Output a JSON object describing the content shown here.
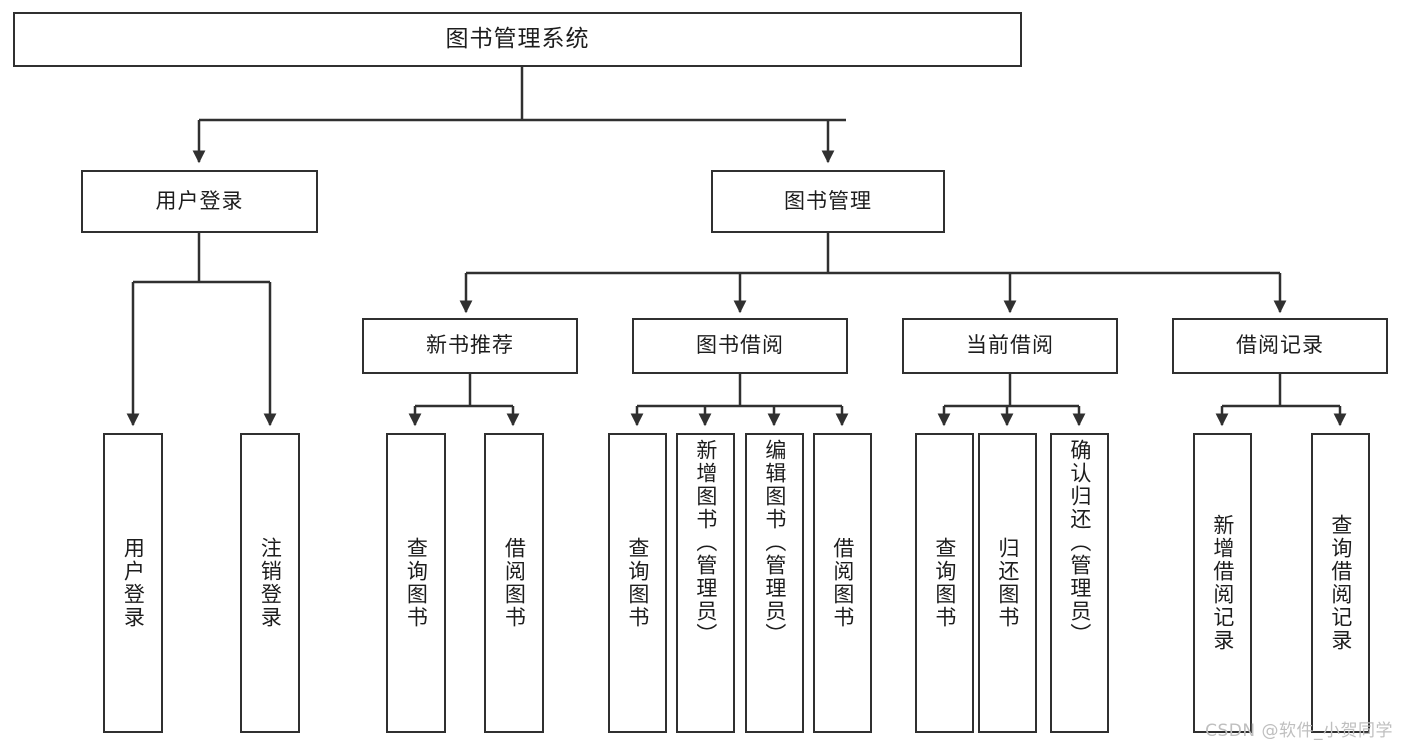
{
  "diagram": {
    "type": "tree",
    "title": "图书管理系统",
    "watermark": "CSDN @软件_小贺同学",
    "colors": {
      "stroke": "#303030",
      "text": "#1d1d1d",
      "background": "#ffffff",
      "watermark": "#bfbfbf"
    },
    "root": {
      "label": "图书管理系统"
    },
    "level2": [
      {
        "label": "用户登录"
      },
      {
        "label": "图书管理"
      }
    ],
    "level3": [
      {
        "label": "新书推荐"
      },
      {
        "label": "图书借阅"
      },
      {
        "label": "当前借阅"
      },
      {
        "label": "借阅记录"
      }
    ],
    "leaves": {
      "user_login": [
        {
          "label": "用户登录"
        },
        {
          "label": "注销登录"
        }
      ],
      "new_book_recommend": [
        {
          "label": "查询图书"
        },
        {
          "label": "借阅图书"
        }
      ],
      "book_borrow": [
        {
          "label": "查询图书"
        },
        {
          "label": "新增图书（管理员）"
        },
        {
          "label": "编辑图书（管理员）"
        },
        {
          "label": "借阅图书"
        }
      ],
      "current_borrow": [
        {
          "label": "查询图书"
        },
        {
          "label": "归还图书"
        },
        {
          "label": "确认归还（管理员）"
        }
      ],
      "borrow_record": [
        {
          "label": "新增借阅记录"
        },
        {
          "label": "查询借阅记录"
        }
      ]
    }
  }
}
